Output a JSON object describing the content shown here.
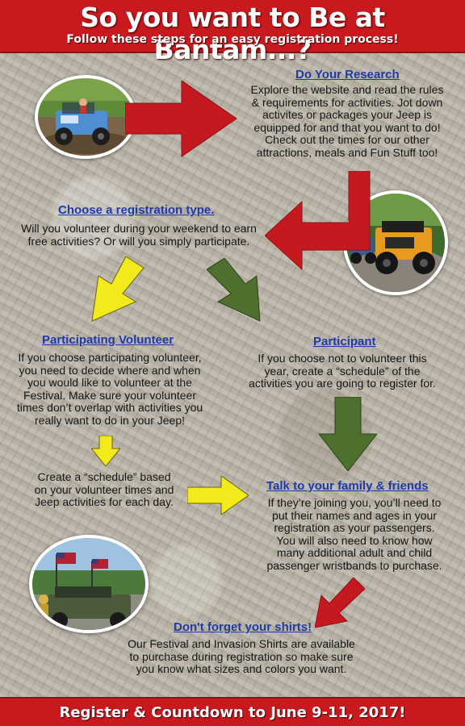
{
  "header": {
    "title": "So you want to Be at Bantam...?",
    "subtitle": "Follow these steps for an easy registration process!"
  },
  "steps": {
    "research": {
      "title": "Do Your Research",
      "lines": [
        "Explore the website and read the rules",
        "& requirements for activities. Jot down",
        "activites or packages your Jeep is",
        "equipped for and that you want to do!",
        "Check out the times for our other",
        "attractions, meals and Fun Stuff too!"
      ]
    },
    "registration_type": {
      "title": "Choose a registration type.",
      "lines": [
        "Will you volunteer during your weekend to earn",
        "free activities? Or will you simply participate."
      ]
    },
    "volunteer": {
      "title": "Participating Volunteer",
      "lines": [
        "If you choose participating volunteer,",
        "you need to decide where and when",
        "you would like to volunteer at the",
        "Festival. Make sure your volunteer",
        "times don’t overlap with activities you",
        "really want to do in your Jeep!"
      ]
    },
    "participant": {
      "title": "Participant",
      "lines": [
        "If you choose not to volunteer this",
        "year, create a “schedule” of the",
        "activities you are going to register for."
      ]
    },
    "schedule": {
      "lines": [
        "Create a “schedule” based",
        "on your volunteer times and",
        "Jeep activities for each day."
      ]
    },
    "family": {
      "title": "Talk to your family & friends",
      "lines": [
        "If they’re joining you, you’ll need to",
        "put their names and ages in your",
        "registration as your passengers.",
        "You will also need to know how",
        "many additional adult and child",
        "passenger wristbands to purchase."
      ]
    },
    "shirts": {
      "title": "Don't forget your shirts!",
      "lines": [
        "Our Festival and Invasion Shirts are available",
        "to purchase during registration so make sure",
        "you know what sizes and colors you want."
      ]
    }
  },
  "footer": {
    "text": "Register & Countdown to June 9-11, 2017!"
  },
  "colors": {
    "banner_red": "#c8191e",
    "arrow_red": "#c41a1f",
    "arrow_yellow": "#f2ea1c",
    "arrow_green": "#4f6f2e",
    "heading_blue": "#1f3aa8"
  }
}
